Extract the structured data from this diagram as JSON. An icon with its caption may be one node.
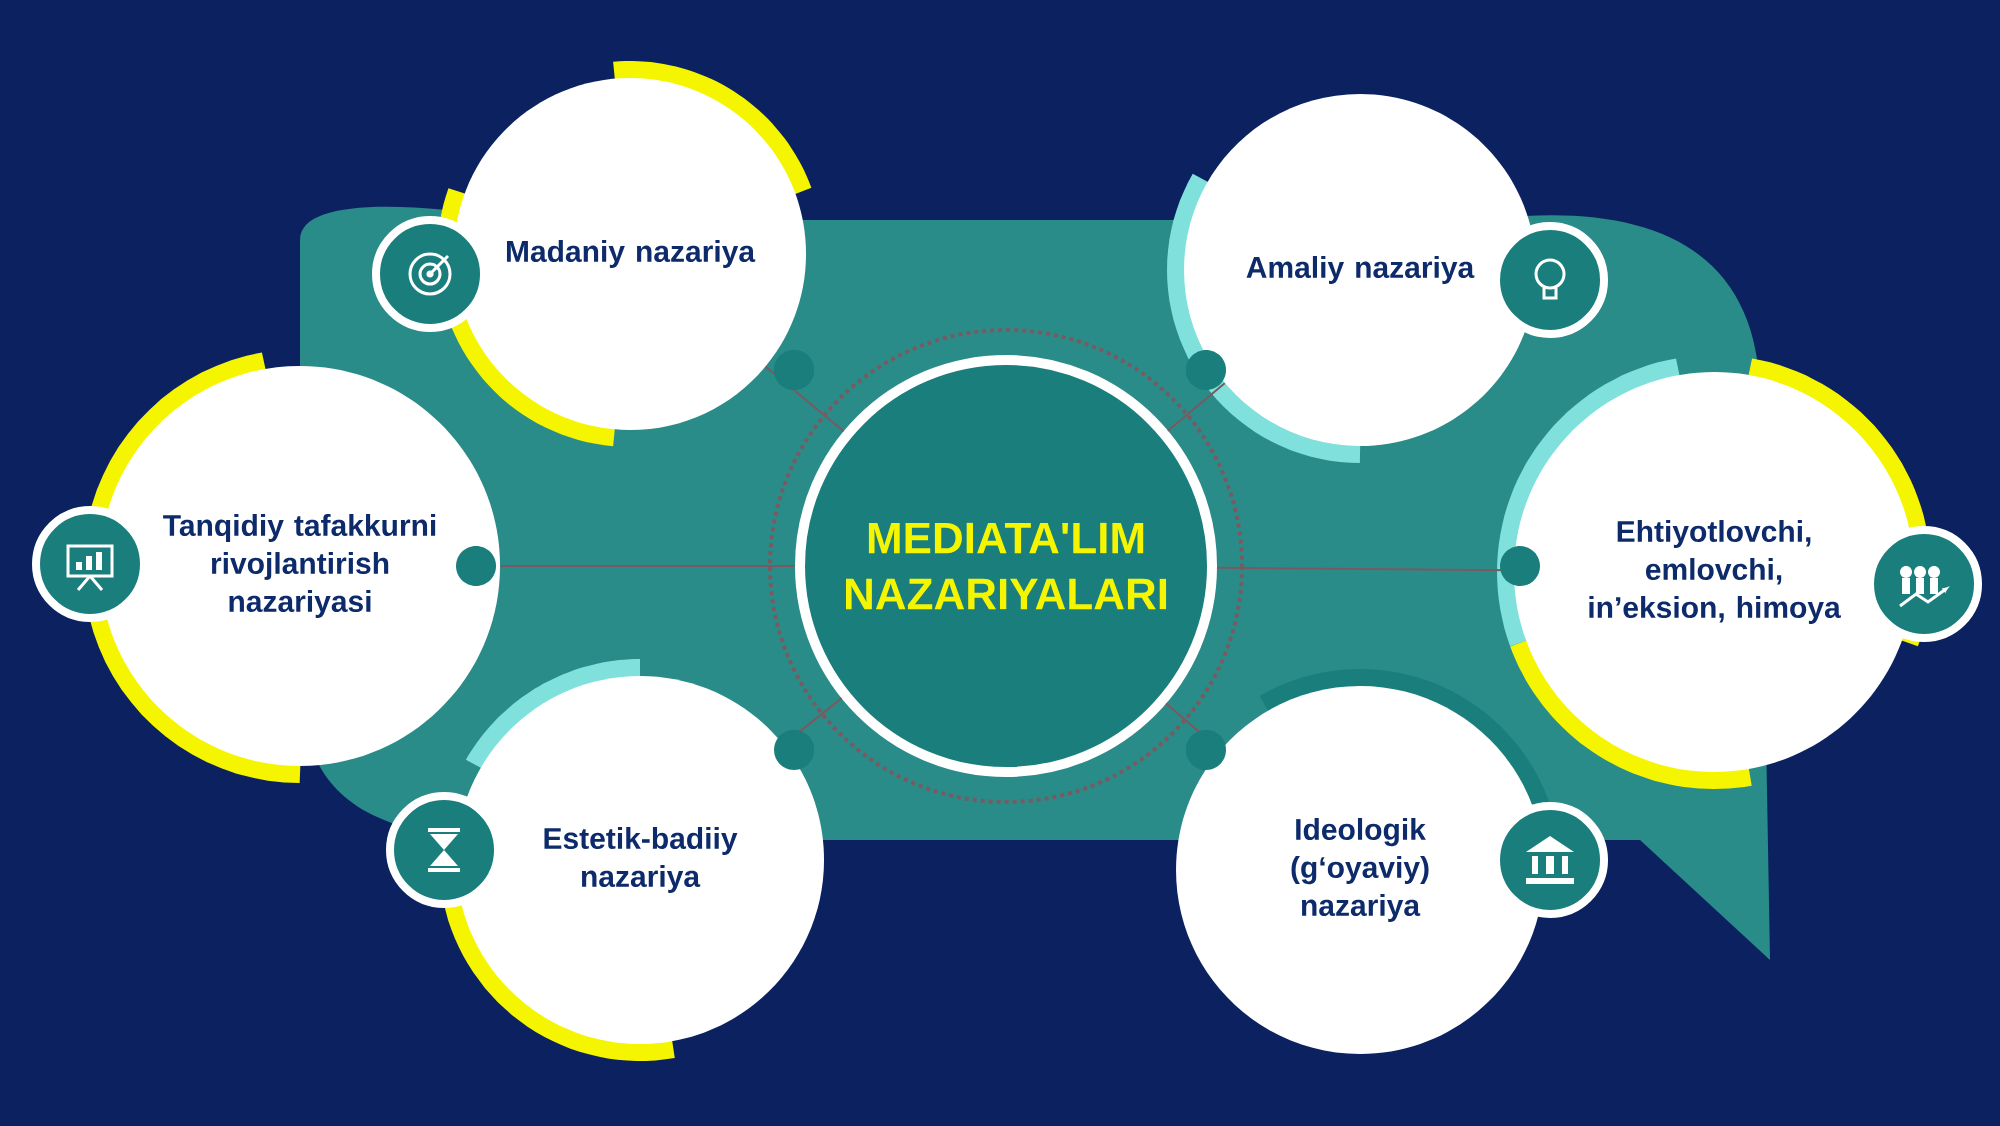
{
  "diagram": {
    "nodes": [
      {
        "text": [
          "MEDIATA'LIM NAZARIYALARI"
        ]
      },
      {
        "text": [
          "Madaniy nazariya"
        ]
      },
      {
        "text": [
          "Amaliy nazariya"
        ]
      },
      {
        "text": [
          "Tanqidiy tafakkurni rivojlantirish nazariyasi"
        ]
      },
      {
        "text": [
          "Ehtiyotlovchi, emlovchi, in’eksion, himoya"
        ]
      },
      {
        "text": [
          "Estetik-badiiy nazariya"
        ]
      },
      {
        "text": [
          "Ideologik (g‘oyaviy) nazariya"
        ]
      }
    ],
    "edges": [
      {
        "from": 0,
        "to": 1,
        "arrow": "none"
      },
      {
        "from": 0,
        "to": 2,
        "arrow": "none"
      },
      {
        "from": 0,
        "to": 3,
        "arrow": "none"
      },
      {
        "from": 0,
        "to": 4,
        "arrow": "none"
      },
      {
        "from": 0,
        "to": 5,
        "arrow": "none"
      },
      {
        "from": 0,
        "to": 6,
        "arrow": "none"
      }
    ]
  }
}
